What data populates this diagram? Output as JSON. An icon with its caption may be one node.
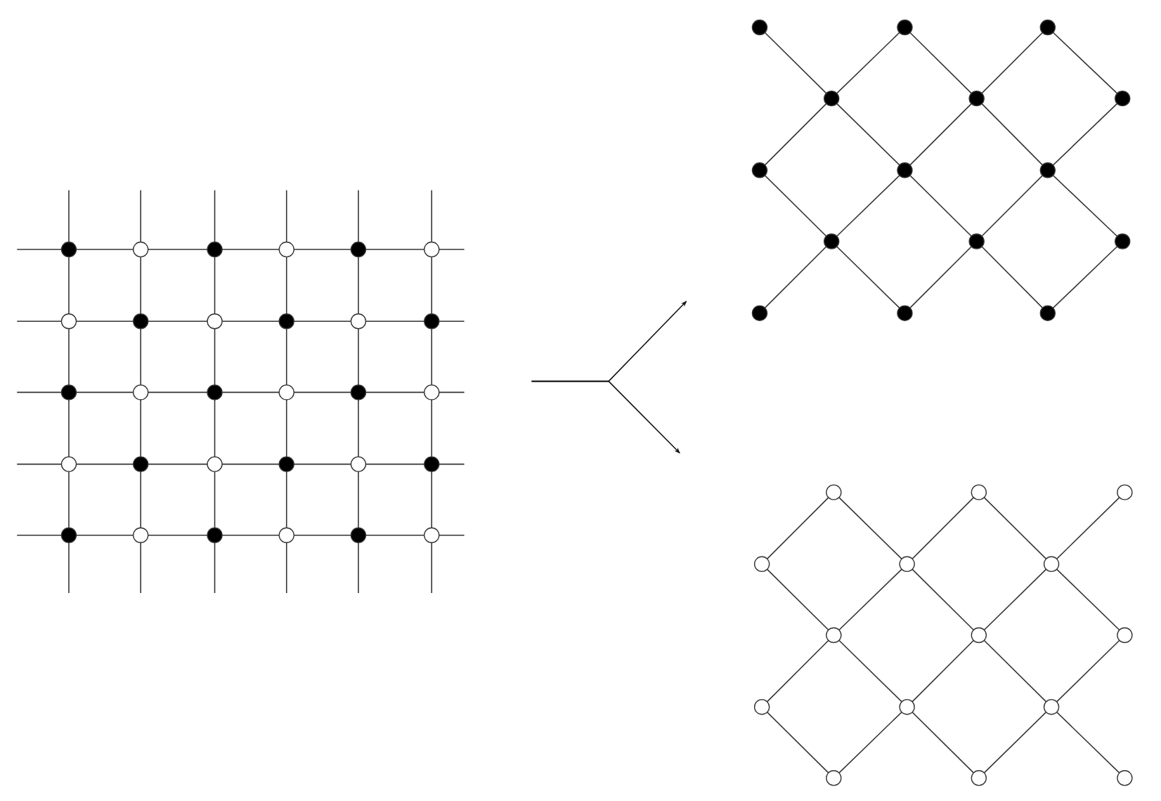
{
  "diagram": {
    "nodes": [
      {
        "text": [],
        "shape": "picture"
      },
      {
        "text": [],
        "shape": "picture"
      },
      {
        "text": [],
        "shape": "picture"
      }
    ],
    "edges": [
      {
        "from": 0,
        "to": 1,
        "arrow": "to"
      },
      {
        "from": 0,
        "to": 2,
        "arrow": "to"
      }
    ]
  }
}
